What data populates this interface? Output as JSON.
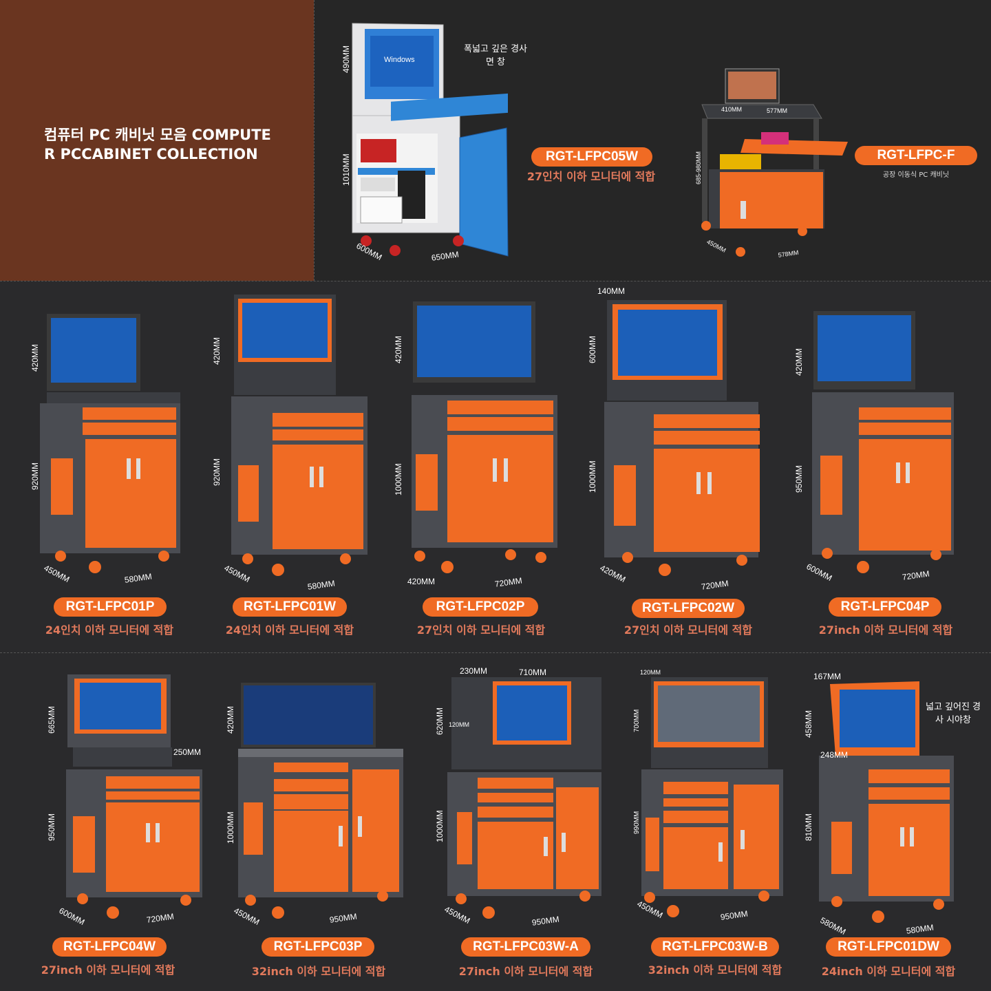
{
  "hero": {
    "title": "컴퓨터 PC 캐비닛 모음 COMPUTER PCCABINET COLLECTION"
  },
  "featured": [
    {
      "model": "RGT-LFPC05W",
      "caption": "27인치 이하 모니터에 적합",
      "note": "폭넓고 깊은 경사면 창",
      "dims": {
        "top": "490MM",
        "body": "1010MM",
        "depth": "600MM",
        "width": "650MM"
      }
    },
    {
      "model": "RGT-LFPC-F",
      "caption": "공장 이동식 PC 캐비닛",
      "dims": {
        "height": "685-980MM",
        "top_depth": "410MM",
        "top_width": "577MM",
        "depth": "450MM",
        "width": "578MM"
      }
    }
  ],
  "row1": [
    {
      "model": "RGT-LFPC01P",
      "caption": "24인치 이하 모니터에 적합",
      "dims": {
        "top": "420MM",
        "body": "920MM",
        "depth": "450MM",
        "width": "580MM"
      }
    },
    {
      "model": "RGT-LFPC01W",
      "caption": "24인치 이하 모니터에 적합",
      "dims": {
        "top": "420MM",
        "body": "920MM",
        "depth": "450MM",
        "width": "580MM"
      }
    },
    {
      "model": "RGT-LFPC02P",
      "caption": "27인치 이하 모니터에 적합",
      "dims": {
        "top": "420MM",
        "body": "1000MM",
        "depth": "420MM",
        "width": "720MM"
      }
    },
    {
      "model": "RGT-LFPC02W",
      "caption": "27인치 이하 모니터에 적합",
      "dims": {
        "extra": "140MM",
        "top": "600MM",
        "body": "1000MM",
        "depth": "420MM",
        "width": "720MM"
      }
    },
    {
      "model": "RGT-LFPC04P",
      "caption": "27inch 이하 모니터에 적합",
      "dims": {
        "top": "420MM",
        "body": "950MM",
        "depth": "600MM",
        "width": "720MM"
      }
    }
  ],
  "row2": [
    {
      "model": "RGT-LFPC04W",
      "caption": "27inch 이하 모니터에 적합",
      "dims": {
        "top": "665MM",
        "shelf": "250MM",
        "body": "950MM",
        "depth": "600MM",
        "width": "720MM"
      }
    },
    {
      "model": "RGT-LFPC03P",
      "caption": "32inch 이하 모니터에 적합",
      "dims": {
        "top": "420MM",
        "body": "1000MM",
        "depth": "450MM",
        "width": "950MM"
      }
    },
    {
      "model": "RGT-LFPC03W-A",
      "caption": "27inch 이하 모니터에 적합",
      "dims": {
        "side": "230MM",
        "top_width": "710MM",
        "shelf": "120MM",
        "top": "620MM",
        "body": "1000MM",
        "depth": "450MM",
        "width": "950MM"
      }
    },
    {
      "model": "RGT-LFPC03W-B",
      "caption": "32inch 이하 모니터에 적합",
      "dims": {
        "extra": "120MM",
        "top": "700MM",
        "body": "990MM",
        "depth": "450MM",
        "width": "950MM"
      }
    },
    {
      "model": "RGT-LFPC01DW",
      "caption": "24inch 이하 모니터에 적합",
      "note": "넓고 깊어진 경사 시야창",
      "dims": {
        "extra": "167MM",
        "top": "458MM",
        "shelf": "248MM",
        "body": "810MM",
        "depth": "580MM",
        "width": "580MM"
      }
    }
  ],
  "colors": {
    "accent": "#f06b24",
    "hero_bg": "#6a3520",
    "page_bg": "#2a2a2c",
    "caption": "#e27a5c",
    "cabinet_body": "#4a4c52",
    "screen": "#1c5fb8"
  }
}
